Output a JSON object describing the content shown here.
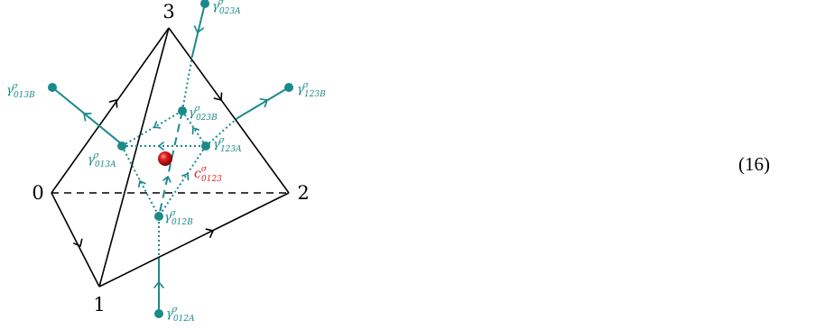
{
  "vertices": {
    "v0": "0",
    "v1": "1",
    "v2": "2",
    "v3": "3"
  },
  "gammas": {
    "g023A": {
      "symbol": "γ",
      "sup": "σ",
      "sub": "023A"
    },
    "g013B": {
      "symbol": "γ",
      "sup": "σ",
      "sub": "013B"
    },
    "g123B": {
      "symbol": "γ",
      "sup": "σ",
      "sub": "123B"
    },
    "g023B": {
      "symbol": "γ",
      "sup": "σ",
      "sub": "023B"
    },
    "g123A": {
      "symbol": "γ",
      "sup": "σ",
      "sub": "123A"
    },
    "g013A": {
      "symbol": "γ",
      "sup": "σ",
      "sub": "013A"
    },
    "g012B": {
      "symbol": "γ",
      "sup": "σ",
      "sub": "012B"
    },
    "g012A": {
      "symbol": "γ",
      "sup": "σ",
      "sub": "012A"
    }
  },
  "center": {
    "symbol": "c",
    "sup": "σ",
    "sub": "0123"
  },
  "equation_number": "(16)",
  "colors": {
    "teal": "#1a8a8a",
    "red": "#e02020",
    "black": "#000000"
  }
}
